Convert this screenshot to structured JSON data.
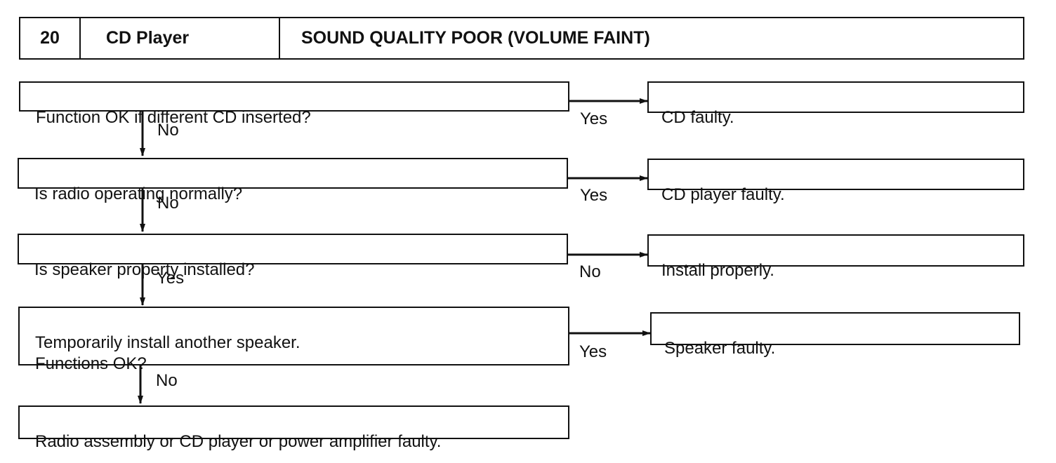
{
  "header": {
    "number": "20",
    "section": "CD Player",
    "title": "SOUND QUALITY POOR (VOLUME FAINT)"
  },
  "steps": [
    {
      "question": "Function OK if different CD inserted?",
      "side_label": "Yes",
      "result": "CD faulty.",
      "down_label": "No"
    },
    {
      "question": "Is radio operating normally?",
      "side_label": "Yes",
      "result": "CD player faulty.",
      "down_label": "No"
    },
    {
      "question": "Is speaker property installed?",
      "side_label": "No",
      "result": "Install properly.",
      "down_label": "Yes"
    },
    {
      "question": "Temporarily install another speaker.\nFunctions OK?",
      "side_label": "Yes",
      "result": "Speaker faulty.",
      "down_label": "No"
    }
  ],
  "final": "Radio assembly or CD player or power amplifier faulty."
}
